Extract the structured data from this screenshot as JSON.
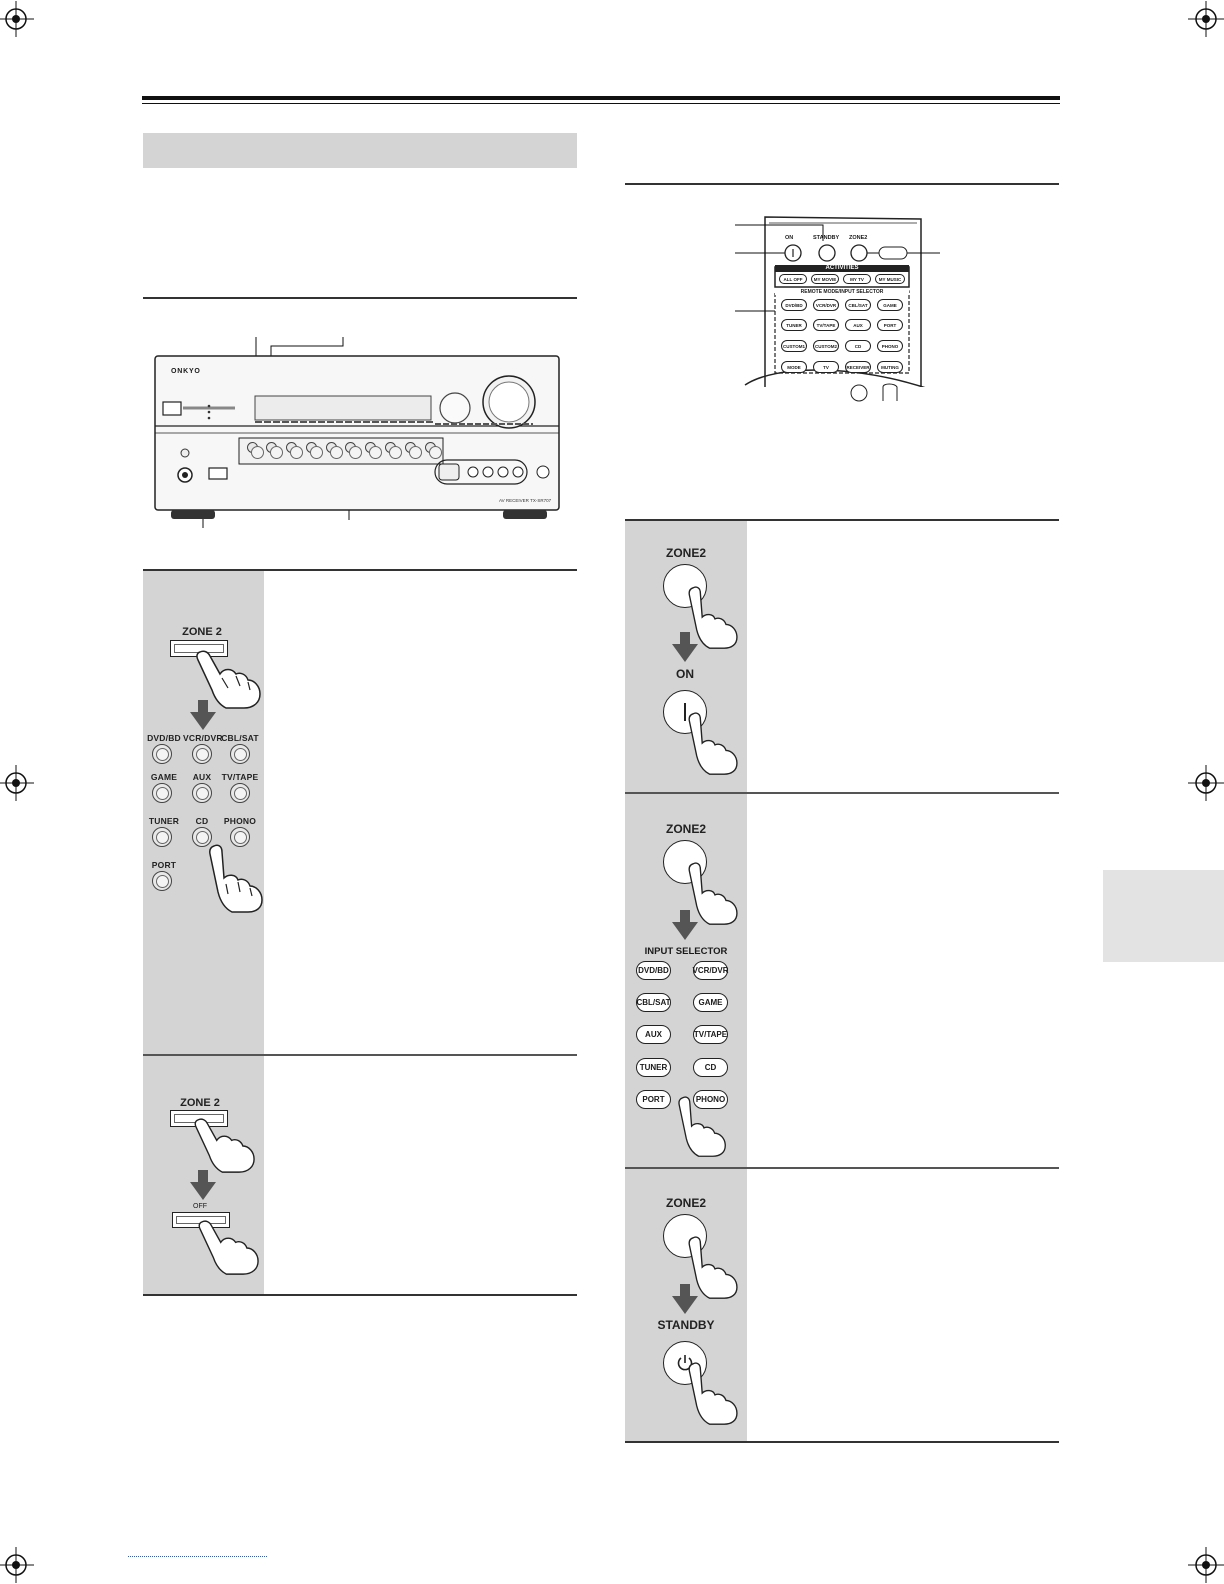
{
  "colors": {
    "panel_grey": "#d4d4d4",
    "side_tab": "#e3e3e3",
    "rule": "#111111"
  },
  "receiver": {
    "brand": "ONKYO",
    "model": "AV RECEIVER TX-SR707"
  },
  "left_step1": {
    "zone_label": "ZONE 2",
    "sources": [
      "DVD/BD",
      "VCR/DVR",
      "CBL/SAT",
      "GAME",
      "AUX",
      "TV/TAPE",
      "TUNER",
      "CD",
      "PHONO",
      "PORT"
    ]
  },
  "left_step2": {
    "zone_label": "ZONE 2",
    "off_label": "OFF"
  },
  "remote": {
    "top_buttons": [
      "ON",
      "STANDBY",
      "ZONE2"
    ],
    "activities_header": "ACTIVITIES",
    "activities": [
      "ALL OFF",
      "MY MOVIE",
      "MY TV",
      "MY MUSIC"
    ],
    "selector_header": "REMOTE MODE/INPUT SELECTOR",
    "rows": [
      [
        "DVD/BD",
        "VCR/DVR",
        "CBL/SAT",
        "GAME"
      ],
      [
        "TUNER",
        "TV/TAPE",
        "AUX",
        "PORT"
      ],
      [
        "CUSTOM1",
        "CUSTOM2",
        "CD",
        "PHONO"
      ],
      [
        "MODE",
        "TV",
        "RECEIVER",
        "MUTING"
      ]
    ]
  },
  "right_step1": {
    "zone_label": "ZONE2",
    "on_label": "ON"
  },
  "right_step2": {
    "zone_label": "ZONE2",
    "input_label": "INPUT SELECTOR",
    "inputs": [
      [
        "DVD/BD",
        "VCR/DVR"
      ],
      [
        "CBL/SAT",
        "GAME"
      ],
      [
        "AUX",
        "TV/TAPE"
      ],
      [
        "TUNER",
        "CD"
      ],
      [
        "PORT",
        "PHONO"
      ]
    ]
  },
  "right_step3": {
    "zone_label": "ZONE2",
    "standby_label": "STANDBY"
  }
}
